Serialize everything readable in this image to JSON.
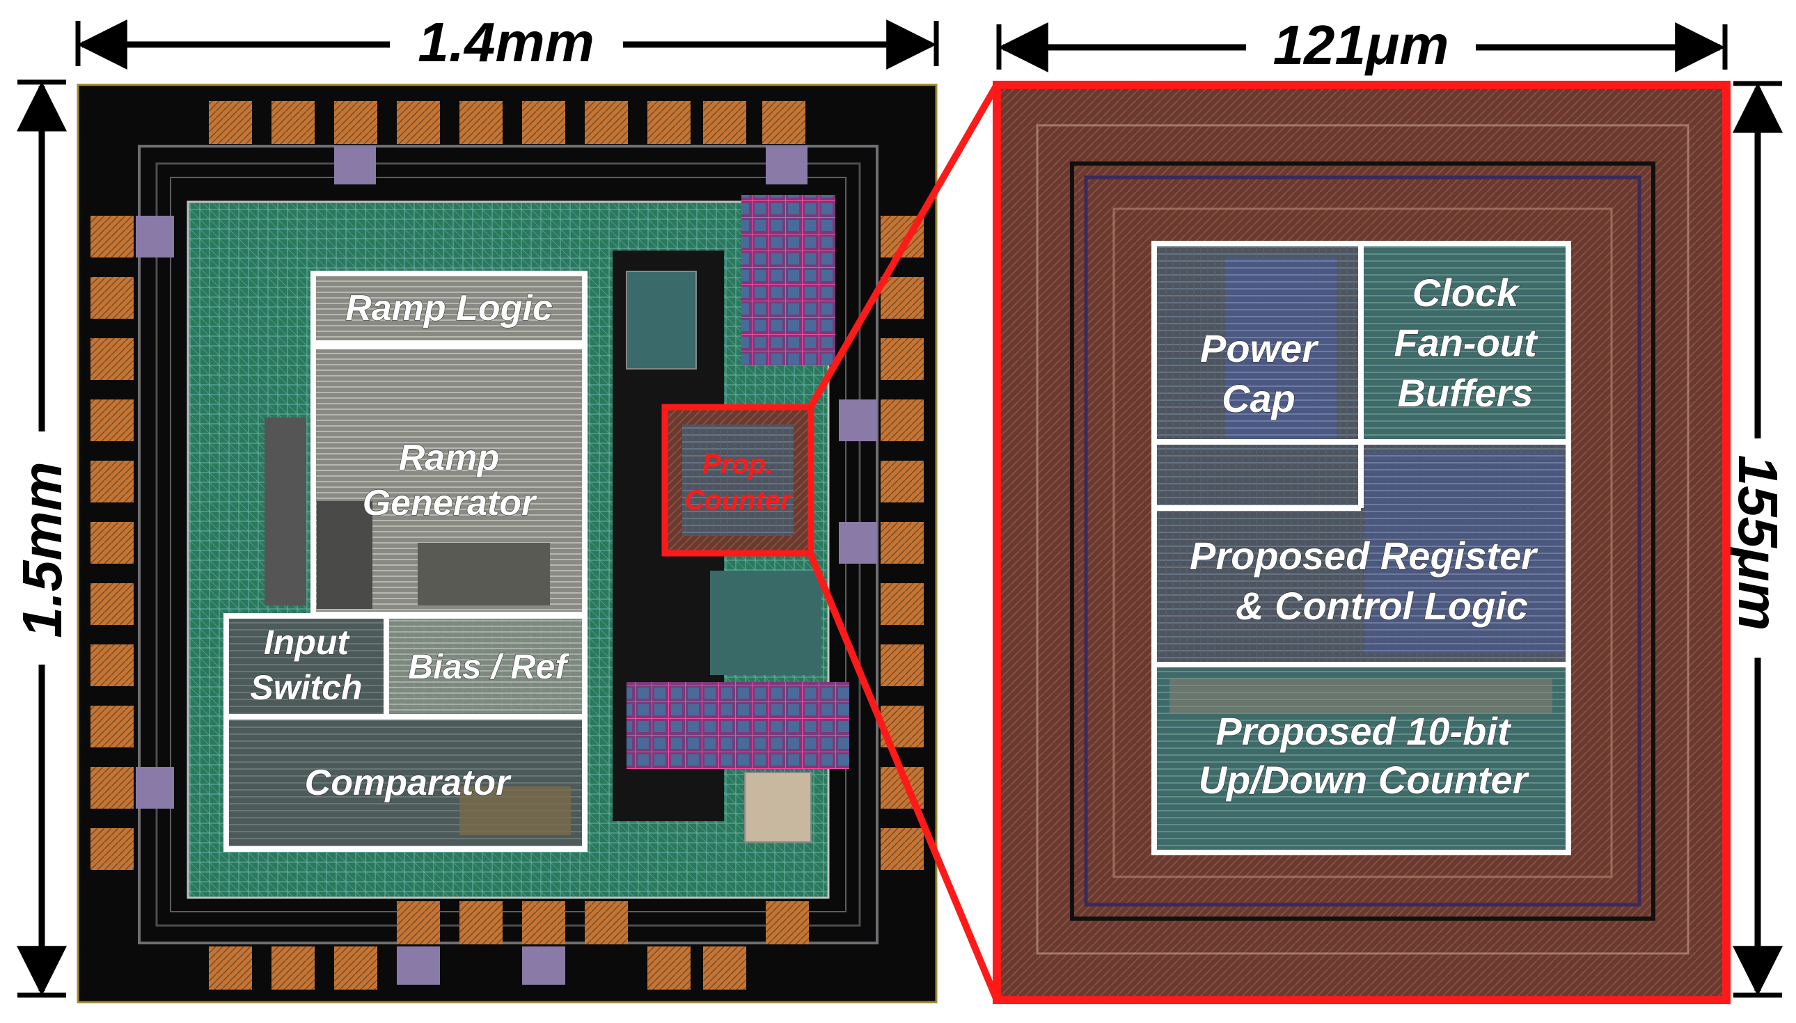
{
  "dimensions": {
    "chip_width": "1.4mm",
    "chip_height": "1.5mm",
    "zoom_width": "121μm",
    "zoom_height": "155μm"
  },
  "chip_blocks": {
    "ramp_logic": "Ramp Logic",
    "ramp_generator_line1": "Ramp",
    "ramp_generator_line2": "Generator",
    "input_switch_line1": "Input",
    "input_switch_line2": "Switch",
    "bias_ref": "Bias / Ref",
    "comparator": "Comparator",
    "prop_counter_line1": "Prop.",
    "prop_counter_line2": "Counter"
  },
  "zoom_blocks": {
    "power_cap_line1": "Power",
    "power_cap_line2": "Cap",
    "clock_line1": "Clock",
    "clock_line2": "Fan-out",
    "clock_line3": "Buffers",
    "register_line1": "Proposed Register",
    "register_line2": "& Control Logic",
    "counter_line1": "Proposed 10-bit",
    "counter_line2": "Up/Down Counter"
  },
  "colors": {
    "highlight": "#ff1a1a",
    "chip_bg": "#0a0a0a",
    "core_green": "#2f8a6a",
    "pad_orange": "#c8783a",
    "zoom_bg": "#6a3a32",
    "block_outline": "#ffffff"
  }
}
